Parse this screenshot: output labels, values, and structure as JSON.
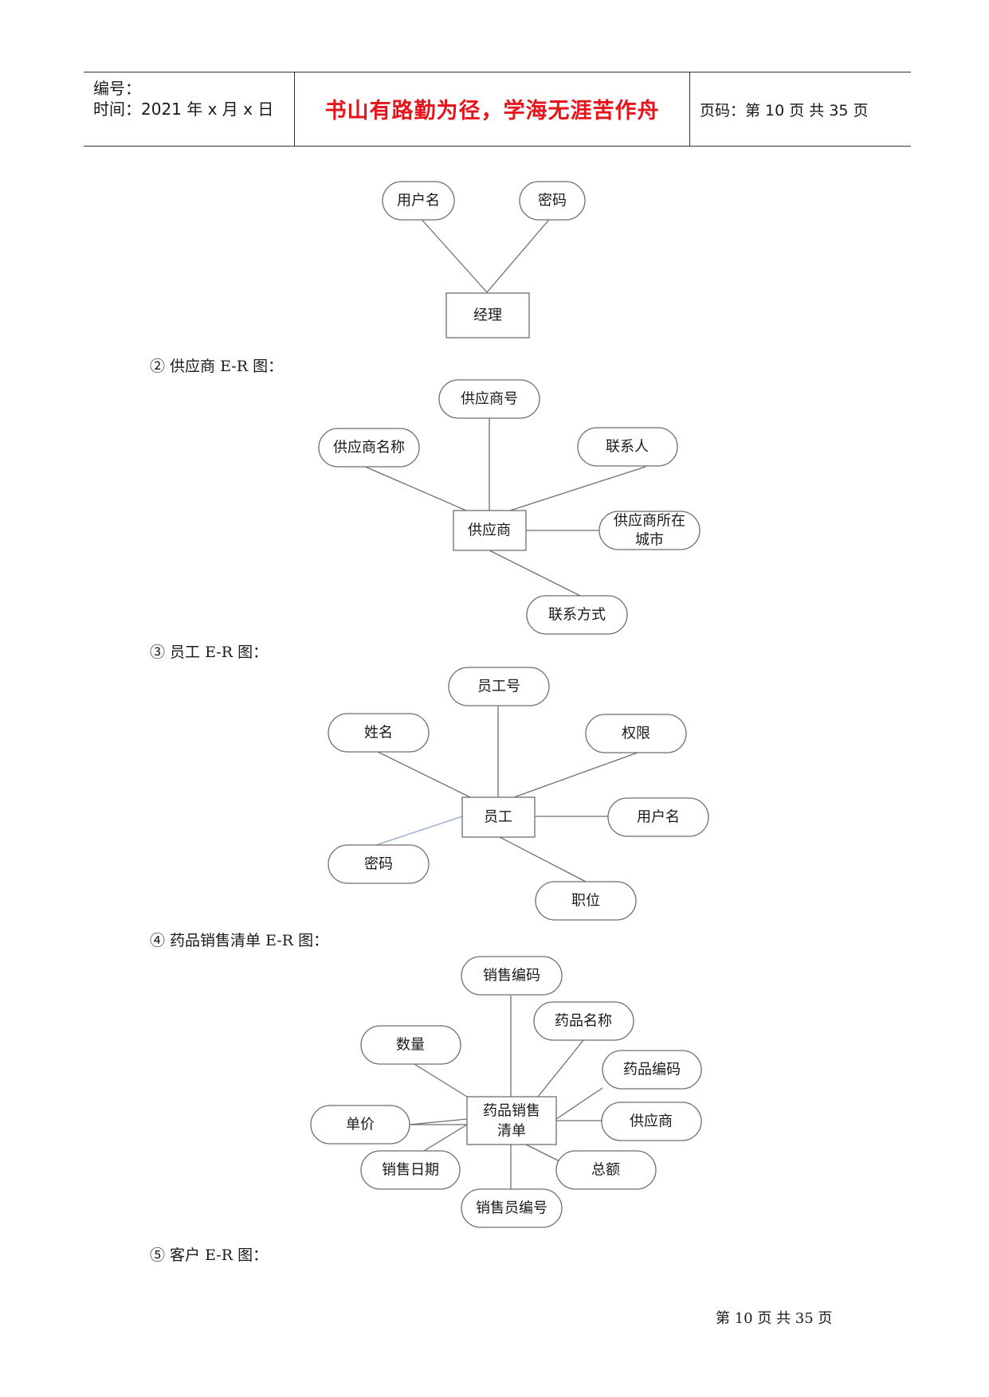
{
  "header": {
    "number_label": "编号：",
    "time_label": "时间：2021 年 x 月 x 日",
    "motto": "书山有路勤为径，学海无涯苦作舟",
    "page_info": "页码：第 10 页  共 35 页"
  },
  "captions": {
    "supplier": "② 供应商 E-R 图：",
    "employee": "③ 员工 E-R 图：",
    "sales_list": "④ 药品销售清单 E-R 图：",
    "customer": "⑤ 客户 E-R 图："
  },
  "diagrams": {
    "manager": {
      "entity": "经理",
      "attributes": [
        "用户名",
        "密码"
      ]
    },
    "supplier": {
      "entity": "供应商",
      "attributes": [
        "供应商号",
        "供应商名称",
        "联系人",
        "供应商所在",
        "城市",
        "联系方式"
      ]
    },
    "employee": {
      "entity": "员工",
      "attributes": [
        "员工号",
        "姓名",
        "权限",
        "用户名",
        "密码",
        "职位"
      ]
    },
    "sales_list": {
      "entity_line1": "药品销售",
      "entity_line2": "清单",
      "attributes": [
        "销售编码",
        "药品名称",
        "数量",
        "药品编码",
        "单价",
        "供应商",
        "销售日期",
        "总额",
        "销售员编号"
      ]
    }
  },
  "footer": "第 10 页  共 35 页"
}
